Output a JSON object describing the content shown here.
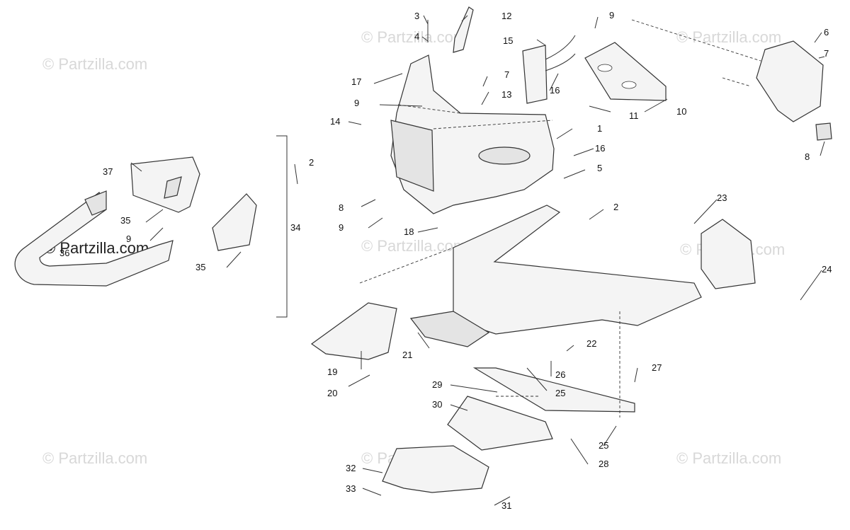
{
  "watermarks": {
    "brand": "© Partzilla.com"
  },
  "callouts": [
    "1",
    "2",
    "3",
    "4",
    "5",
    "6",
    "7",
    "8",
    "9",
    "10",
    "11",
    "12",
    "13",
    "14",
    "15",
    "16",
    "17",
    "18",
    "19",
    "20",
    "21",
    "22",
    "23",
    "24",
    "25",
    "26",
    "27",
    "28",
    "29",
    "30",
    "31",
    "32",
    "33",
    "34",
    "35",
    "36",
    "37"
  ]
}
